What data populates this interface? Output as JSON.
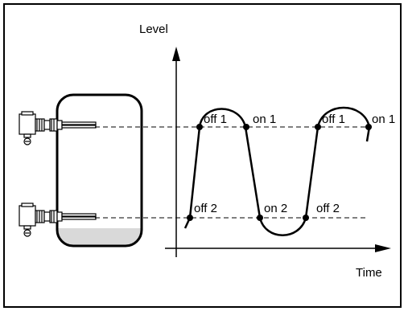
{
  "axes": {
    "y_label": "Level",
    "x_label": "Time"
  },
  "switch_points": {
    "off1_a": "off 1",
    "on1_a": "on 1",
    "off1_b": "off 1",
    "on1_b": "on 1",
    "off2_a": "off 2",
    "on2": "on 2",
    "off2_b": "off 2"
  },
  "colors": {
    "stroke": "#000000",
    "liquid": "#d9d9d9",
    "frame": "#000000"
  }
}
